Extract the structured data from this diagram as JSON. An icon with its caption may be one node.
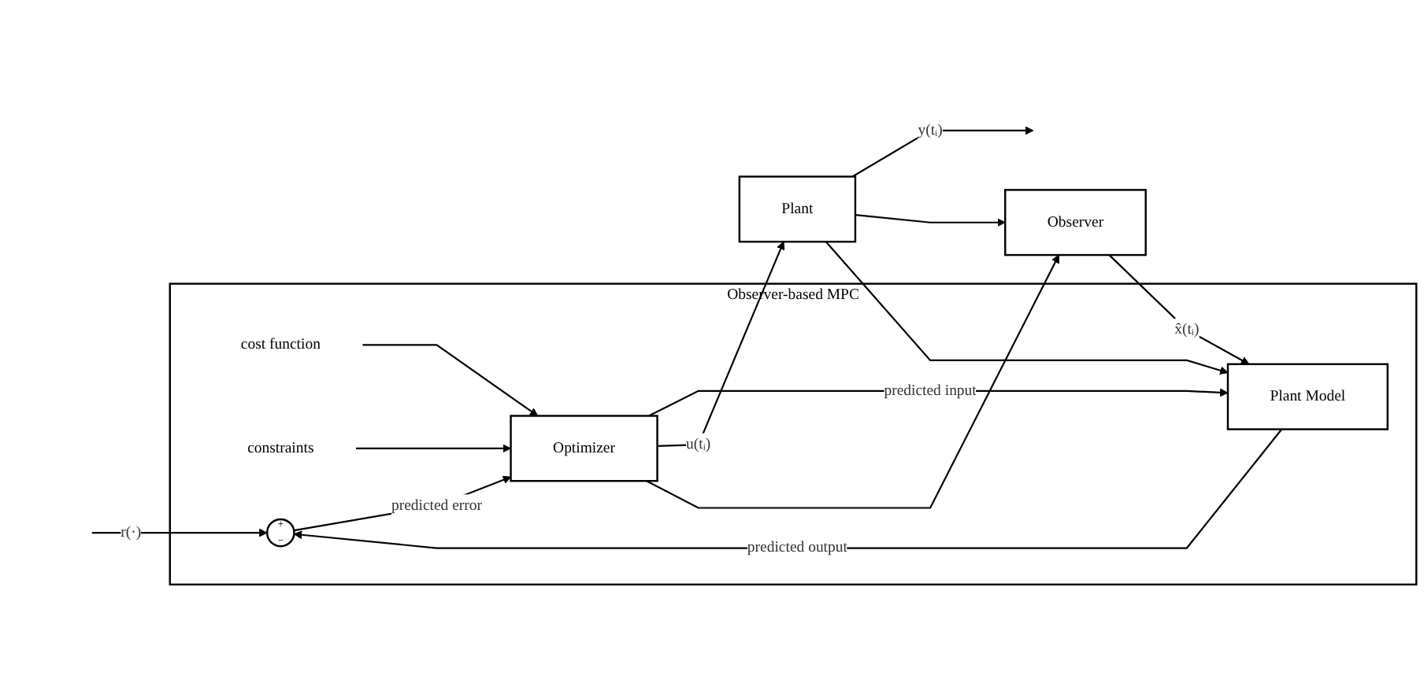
{
  "diagram": {
    "nodes": [
      {
        "text": [
          "Observer-based MPC"
        ]
      },
      {
        "text": [
          "cost function"
        ],
        "in": 0
      },
      {
        "text": [
          "constraints"
        ],
        "in": 0
      },
      {
        "text": [
          "+",
          "−"
        ],
        "in": 0
      },
      {
        "text": [
          "Optimizer"
        ],
        "in": 0
      },
      {
        "text": [
          "Plant Model"
        ],
        "in": 0
      },
      {
        "text": [
          "Plant"
        ]
      },
      {
        "text": [
          "Observer"
        ]
      }
    ],
    "edges": [
      {
        "from": null,
        "to": 3,
        "arrow": "to",
        "label": "r(·)"
      },
      {
        "from": 3,
        "to": 4,
        "arrow": "to",
        "label": "predicted error"
      },
      {
        "from": 1,
        "to": 4,
        "arrow": "to"
      },
      {
        "from": 2,
        "to": 4,
        "arrow": "to"
      },
      {
        "from": 4,
        "to": 5,
        "arrow": "to",
        "label": "predicted input"
      },
      {
        "from": 4,
        "to": 6,
        "arrow": "to",
        "label": "u(tᵢ)"
      },
      {
        "from": 4,
        "to": 7,
        "arrow": "to"
      },
      {
        "from": 6,
        "to": null,
        "arrow": "to",
        "label": "y(tᵢ)"
      },
      {
        "from": 6,
        "to": 7,
        "arrow": "to"
      },
      {
        "from": 6,
        "to": 5,
        "arrow": "to"
      },
      {
        "from": 7,
        "to": 5,
        "arrow": "to",
        "label": "x̂(tᵢ)"
      },
      {
        "from": 5,
        "to": 3,
        "arrow": "to",
        "label": "predicted output"
      }
    ]
  }
}
